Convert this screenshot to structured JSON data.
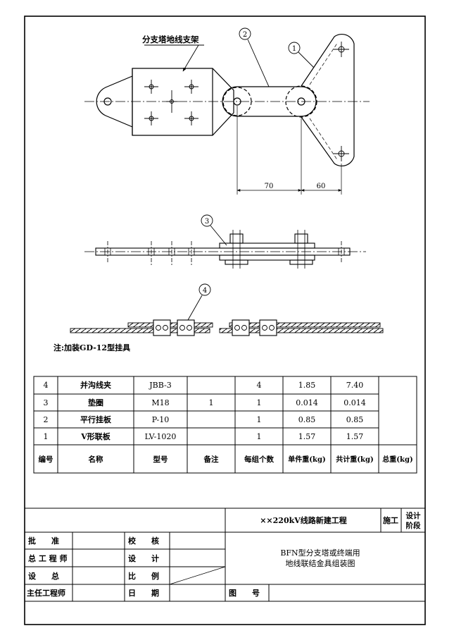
{
  "drawing": {
    "parent_label": "分支塔地线支架",
    "callouts": [
      "1",
      "2",
      "3",
      "4"
    ],
    "dim_left": "70",
    "dim_right": "60",
    "note": "注:加装GD-12型挂具"
  },
  "parts_table": {
    "headers": [
      "编号",
      "名称",
      "型号",
      "备注",
      "每组个数",
      "单件重(kg)",
      "共计重(kg)",
      "总重(kg)"
    ],
    "rows": [
      {
        "no": "4",
        "name": "并沟线夹",
        "model": "JBB-3",
        "remark": "",
        "qty": "4",
        "unit": "1.85",
        "total": "7.40"
      },
      {
        "no": "3",
        "name": "垫圈",
        "model": "M18",
        "remark": "1",
        "qty": "1",
        "unit": "0.014",
        "total": "0.014"
      },
      {
        "no": "2",
        "name": "平行挂板",
        "model": "P-10",
        "remark": "",
        "qty": "1",
        "unit": "0.85",
        "total": "0.85"
      },
      {
        "no": "1",
        "name": "V形联板",
        "model": "LV-1020",
        "remark": "",
        "qty": "1",
        "unit": "1.57",
        "total": "1.57"
      }
    ]
  },
  "title_block": {
    "project": "××220kV线路新建工程",
    "stage_label": "施工",
    "stage_header_1": "设计",
    "stage_header_2": "阶段",
    "approve": "批　　准",
    "chief_engineer": "总 工 程 师",
    "design_chief": "设　　总",
    "director_engineer": "主任工程师",
    "check": "校　　核",
    "design": "设　　计",
    "scale": "比　　例",
    "date": "日　　期",
    "drawing_title_1": "BFN型分支塔或终端用",
    "drawing_title_2": "地线联结金具组装图",
    "drawing_no": "图　　号"
  }
}
